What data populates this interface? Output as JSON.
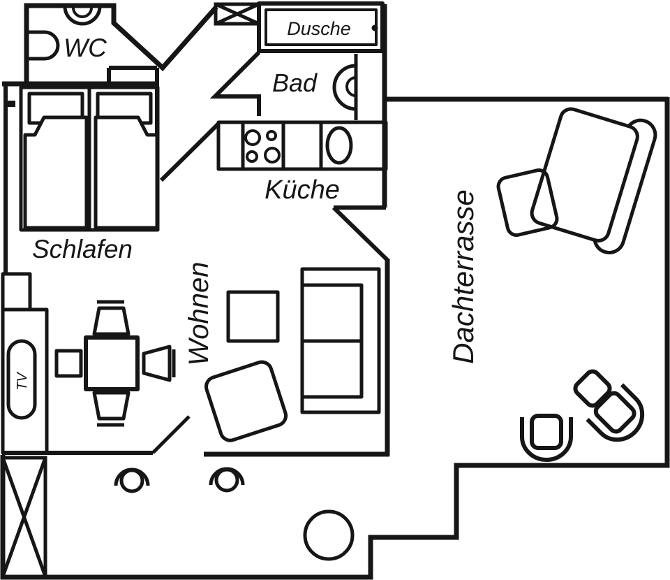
{
  "floorplan": {
    "background": "#ffffff",
    "line_color": "#161616",
    "rooms": {
      "wc": {
        "label": "WC"
      },
      "dusche": {
        "label": "Dusche"
      },
      "bad": {
        "label": "Bad"
      },
      "kueche": {
        "label": "Küche"
      },
      "schlafen": {
        "label": "Schlafen"
      },
      "wohnen": {
        "label": "Wohnen"
      },
      "dachterrasse": {
        "label": "Dachterrasse"
      }
    },
    "furniture": {
      "tv": {
        "label": "TV"
      }
    }
  }
}
